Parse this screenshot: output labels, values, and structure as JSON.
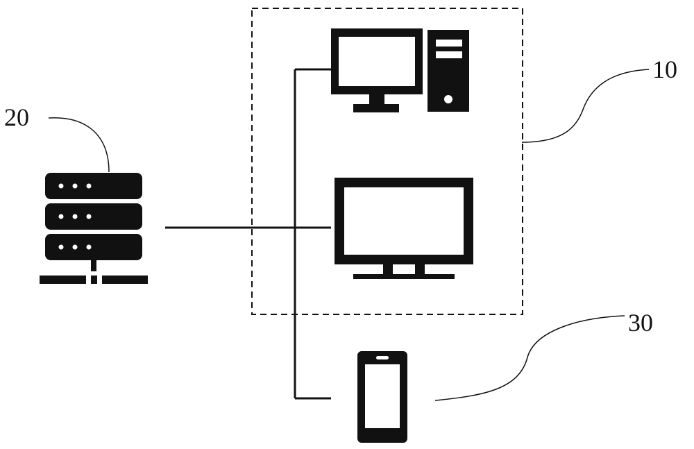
{
  "labels": {
    "system_group": "10",
    "server": "20",
    "mobile": "30"
  },
  "icons": {
    "desktop_computer": "desktop-computer-icon",
    "monitor": "monitor-icon",
    "server": "server-icon",
    "mobile_phone": "mobile-phone-icon"
  },
  "colors": {
    "ink": "#111111",
    "background": "#ffffff"
  }
}
